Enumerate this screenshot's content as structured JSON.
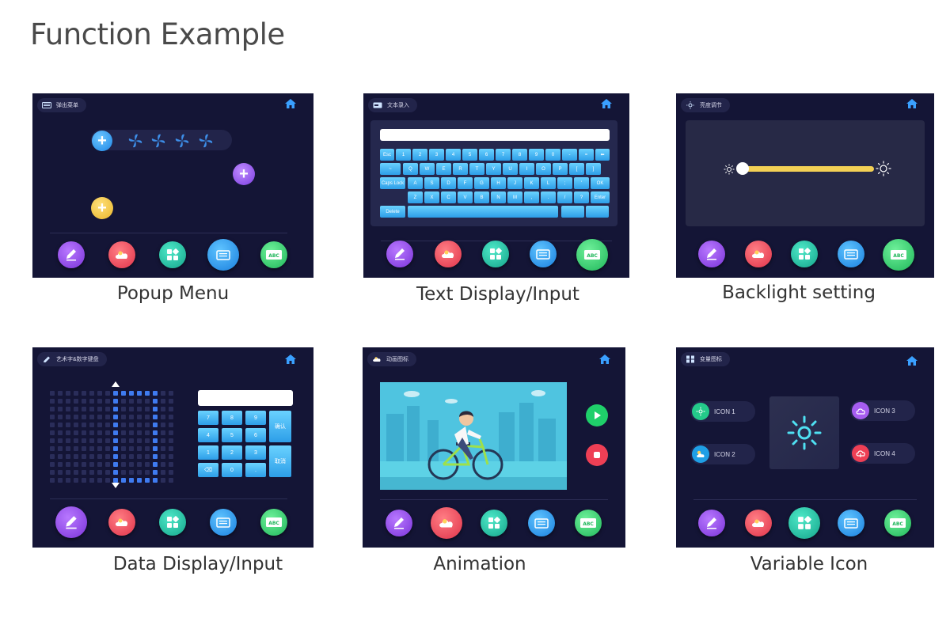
{
  "page": {
    "title": "Function Example"
  },
  "panels": {
    "popup_menu": {
      "header": "弹出菜单",
      "caption": "Popup Menu"
    },
    "text_input": {
      "header": "文本录入",
      "caption": "Text Display/Input",
      "keys": {
        "esc": "Esc",
        "backspace": "⬅",
        "caps_lock": "Caps Lock",
        "ok": "OK",
        "enter": "Enter",
        "delete": "Delete",
        "row1": [
          "1",
          "2",
          "3",
          "4",
          "5",
          "6",
          "7",
          "8",
          "9",
          "0",
          "-",
          "="
        ],
        "row2": [
          "~",
          "Q",
          "W",
          "E",
          "R",
          "T",
          "Y",
          "U",
          "I",
          "O",
          "P",
          "[",
          "]"
        ],
        "row3": [
          "A",
          "S",
          "D",
          "F",
          "G",
          "H",
          "J",
          "K",
          "L",
          ";",
          "'"
        ],
        "row4": [
          "Z",
          "X",
          "C",
          "V",
          "B",
          "N",
          "M",
          ",",
          ".",
          "/",
          "?"
        ]
      }
    },
    "backlight": {
      "header": "亮度调节",
      "caption": "Backlight setting",
      "level": 0
    },
    "data_input": {
      "header": "艺术字&数字键盘",
      "caption": "Data Display/Input",
      "keys": [
        "7",
        "8",
        "9",
        "4",
        "5",
        "6",
        "1",
        "2",
        "3",
        "⌫",
        "0",
        "."
      ],
      "confirm": "确认",
      "cancel": "取消"
    },
    "animation": {
      "header": "动画图标",
      "caption": "Animation"
    },
    "variable_icon": {
      "header": "变量图标",
      "caption": "Variable Icon",
      "items": [
        "ICON 1",
        "ICON 2",
        "ICON 3",
        "ICON 4"
      ]
    }
  },
  "dock": {
    "icons": [
      "edit-icon",
      "cloud-icon",
      "grid-icon",
      "cards-icon",
      "abc-icon"
    ],
    "abc_label": "ABC"
  },
  "colors": {
    "panel_bg": "#141536",
    "key_blue": "#2d9ee8",
    "slider_yellow": "#f3d055",
    "led_on": "#3f7bf0",
    "play_green": "#1fcf6a",
    "stop_red": "#ee3f55"
  }
}
